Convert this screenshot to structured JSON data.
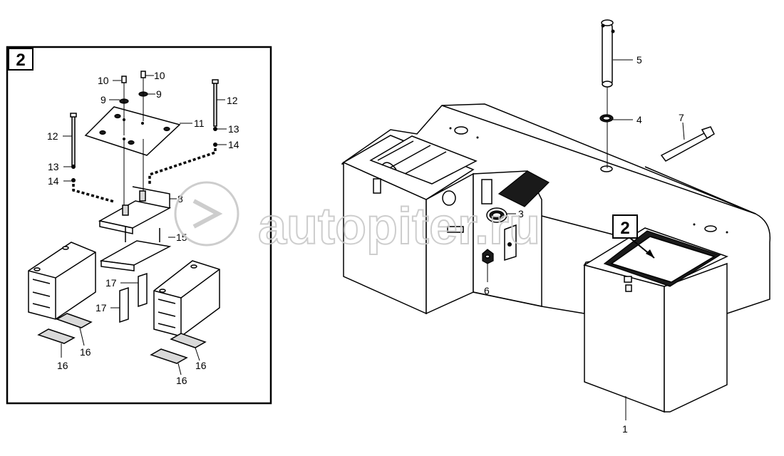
{
  "detail_view": {
    "badge": "2",
    "callouts": {
      "c10a": "10",
      "c10b": "10",
      "c9a": "9",
      "c9b": "9",
      "c12a": "12",
      "c12b": "12",
      "c11": "11",
      "c13a": "13",
      "c13b": "13",
      "c14a": "14",
      "c14b": "14",
      "c8": "8",
      "c15": "15",
      "c17a": "17",
      "c17b": "17",
      "c16a": "16",
      "c16b": "16",
      "c16c": "16",
      "c16d": "16"
    }
  },
  "main_view": {
    "badge": "2",
    "callouts": {
      "c1": "1",
      "c3": "3",
      "c4": "4",
      "c5": "5",
      "c6": "6",
      "c7": "7"
    }
  },
  "watermark": {
    "text": "autopiter.ru"
  }
}
